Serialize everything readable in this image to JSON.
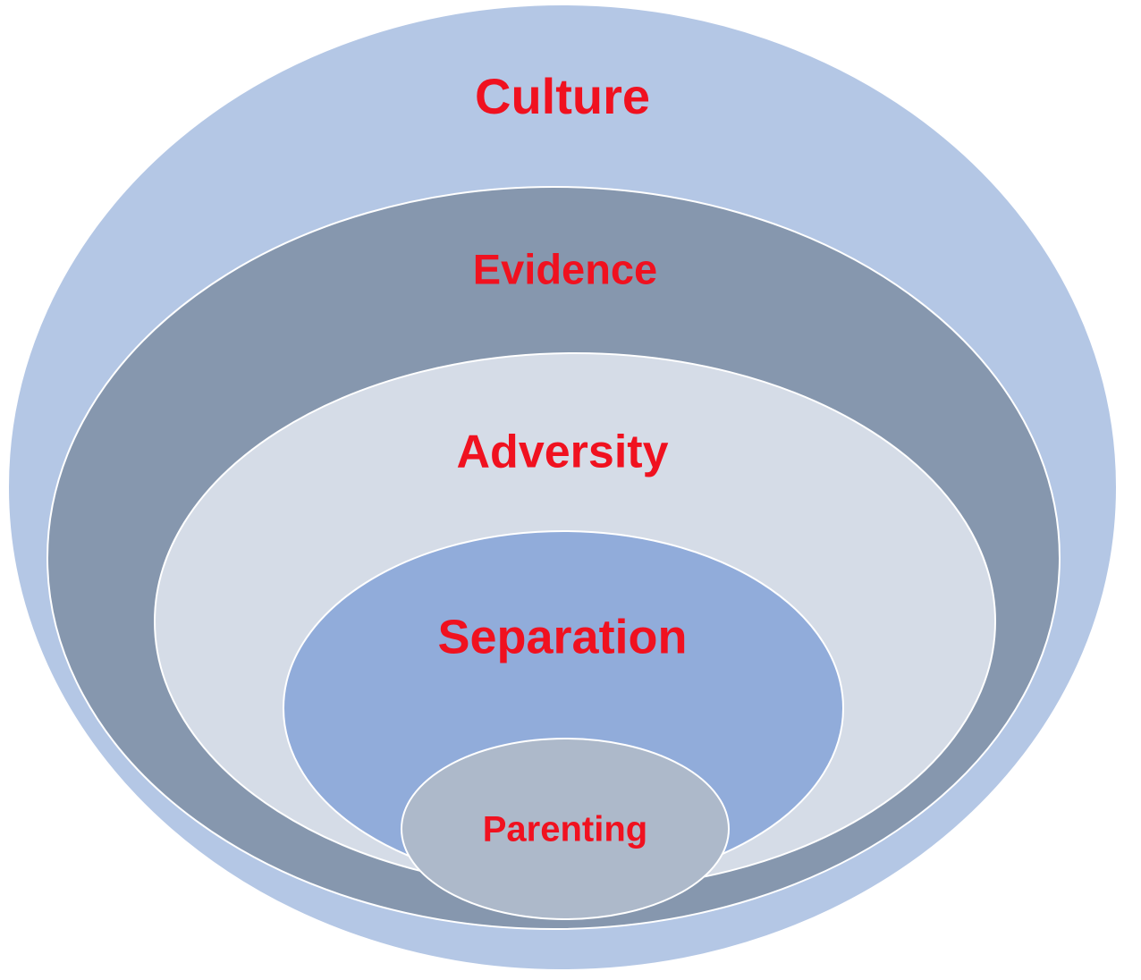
{
  "diagram": {
    "type": "nested-ellipses",
    "text_color": "#f0111f",
    "outline_color": "#ffffff",
    "layers": [
      {
        "id": "culture",
        "label": "Culture",
        "fill": "#b4c7e5"
      },
      {
        "id": "evidence",
        "label": "Evidence",
        "fill": "#8697ae"
      },
      {
        "id": "adversity",
        "label": "Adversity",
        "fill": "#d5dce7"
      },
      {
        "id": "separation",
        "label": "Separation",
        "fill": "#91acda"
      },
      {
        "id": "parenting",
        "label": "Parenting",
        "fill": "#adb9ca"
      }
    ]
  }
}
